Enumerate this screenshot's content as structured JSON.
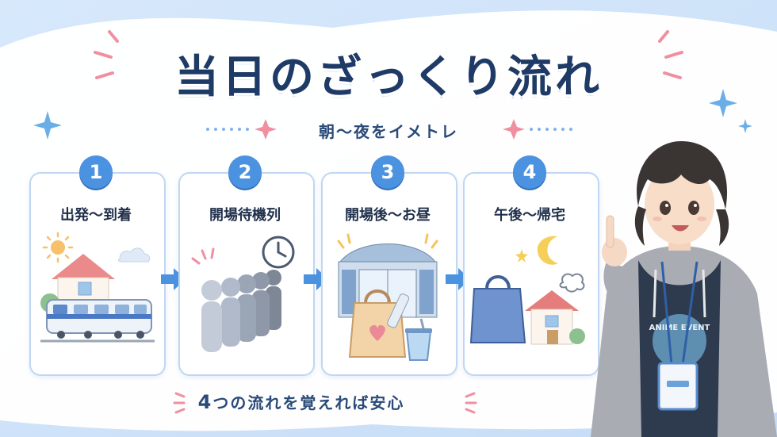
{
  "title": "当日のざっくり流れ",
  "subtitle": "朝〜夜をイメトレ",
  "steps": [
    {
      "number": "1",
      "label": "出発〜到着",
      "icon": "train-and-house-icon"
    },
    {
      "number": "2",
      "label": "開場待機列",
      "icon": "queue-and-clock-icon"
    },
    {
      "number": "3",
      "label": "開場後〜お昼",
      "icon": "venue-and-shopping-bag-icon"
    },
    {
      "number": "4",
      "label": "午後〜帰宅",
      "icon": "bag-and-home-moon-icon"
    }
  ],
  "footer": {
    "number": "4",
    "text": "つの流れを覚えれば安心"
  },
  "character_shirt_text": "ANIME EVENT",
  "colors": {
    "title": "#1e3a66",
    "accent_blue": "#4b92e0",
    "card_border": "#bfd7f3",
    "sparkle_pink": "#f08fa0",
    "sparkle_blue": "#6aaee8"
  }
}
